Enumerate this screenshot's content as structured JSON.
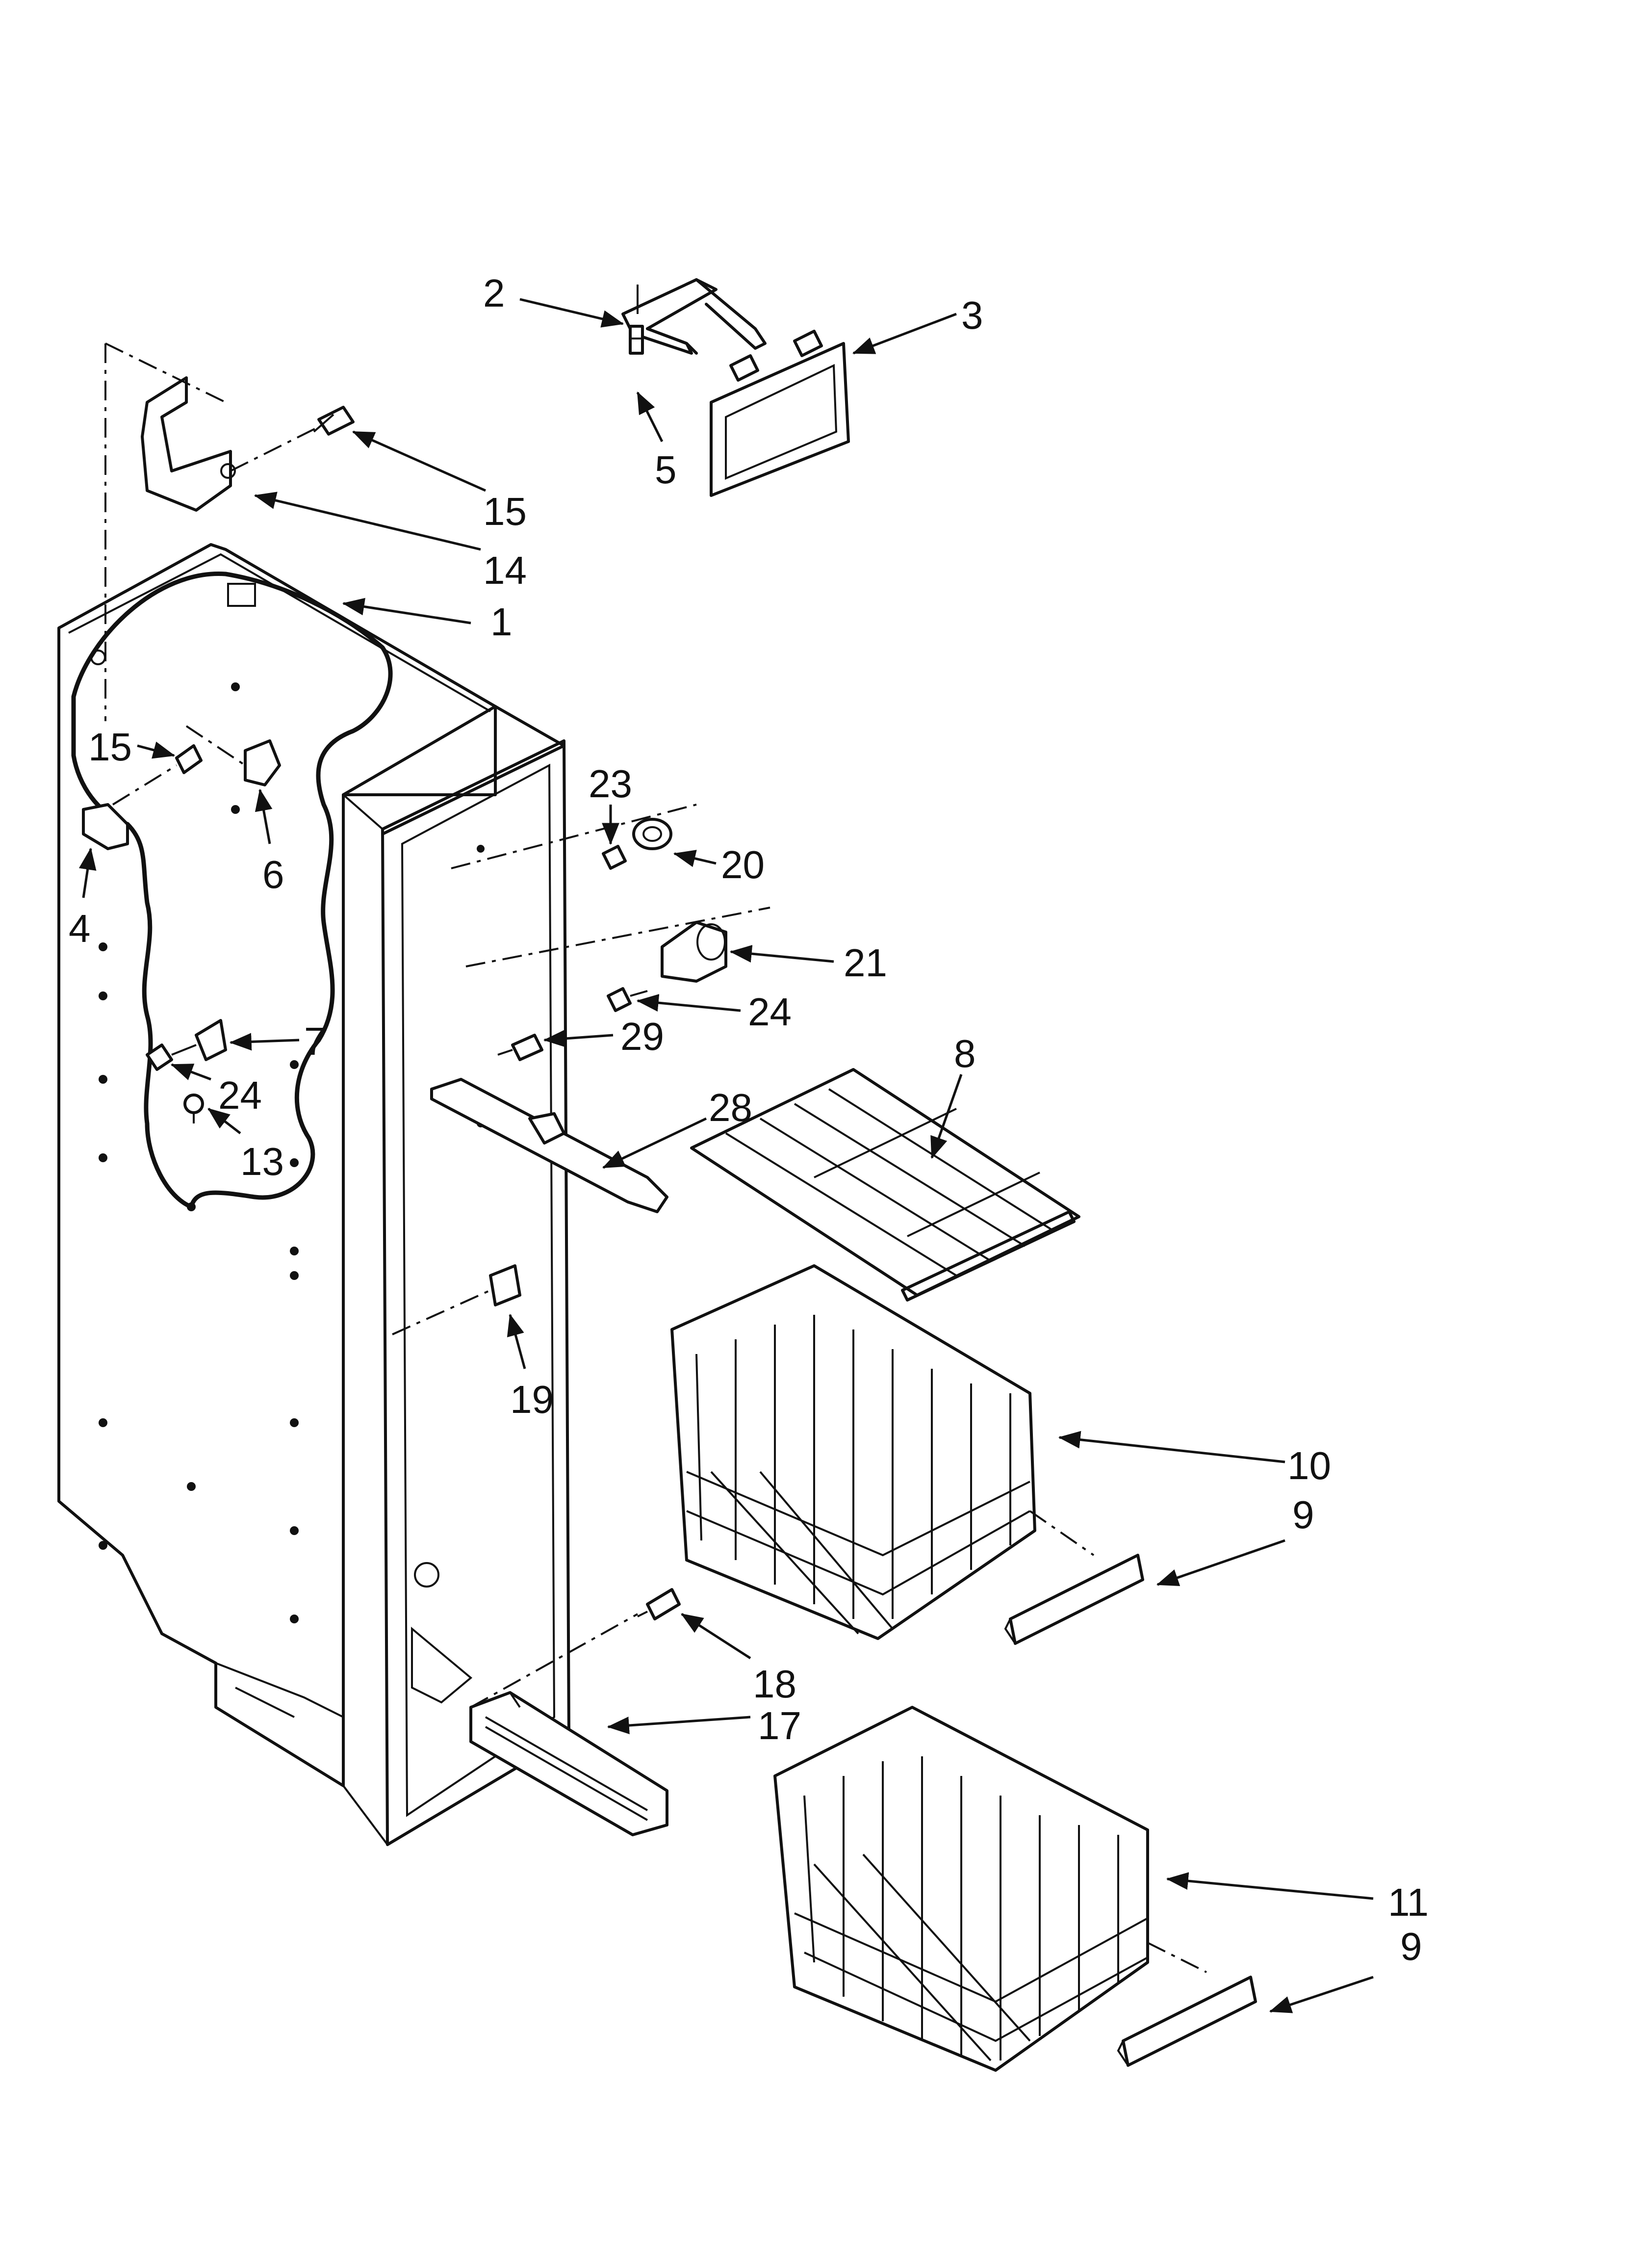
{
  "callouts": [
    {
      "id": "c2",
      "label": "2"
    },
    {
      "id": "c3",
      "label": "3"
    },
    {
      "id": "c5",
      "label": "5"
    },
    {
      "id": "c15a",
      "label": "15"
    },
    {
      "id": "c14",
      "label": "14"
    },
    {
      "id": "c1",
      "label": "1"
    },
    {
      "id": "c15b",
      "label": "15"
    },
    {
      "id": "c6",
      "label": "6"
    },
    {
      "id": "c4",
      "label": "4"
    },
    {
      "id": "c23",
      "label": "23"
    },
    {
      "id": "c20",
      "label": "20"
    },
    {
      "id": "c21",
      "label": "21"
    },
    {
      "id": "c24a",
      "label": "24"
    },
    {
      "id": "c29",
      "label": "29"
    },
    {
      "id": "c7",
      "label": "7"
    },
    {
      "id": "c24b",
      "label": "24"
    },
    {
      "id": "c13",
      "label": "13"
    },
    {
      "id": "c8",
      "label": "8"
    },
    {
      "id": "c28",
      "label": "28"
    },
    {
      "id": "c19",
      "label": "19"
    },
    {
      "id": "c10",
      "label": "10"
    },
    {
      "id": "c9a",
      "label": "9"
    },
    {
      "id": "c18",
      "label": "18"
    },
    {
      "id": "c17",
      "label": "17"
    },
    {
      "id": "c11",
      "label": "11"
    },
    {
      "id": "c9b",
      "label": "9"
    }
  ]
}
